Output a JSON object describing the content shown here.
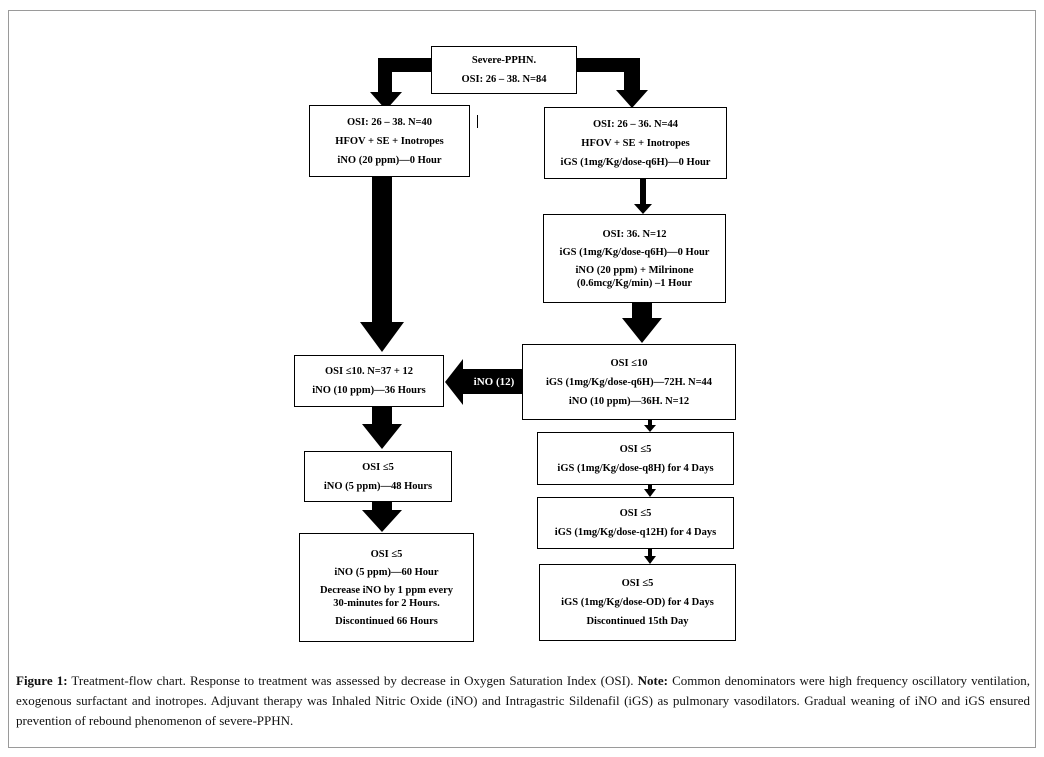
{
  "nodes": {
    "top": [
      "Severe-PPHN.",
      "OSI: 26 – 38. N=84"
    ],
    "left1": [
      "OSI: 26 – 38. N=40",
      "HFOV + SE + Inotropes",
      "iNO (20 ppm)—0 Hour"
    ],
    "right1": [
      "OSI: 26 – 36. N=44",
      "HFOV + SE + Inotropes",
      "iGS (1mg/Kg/dose-q6H)—0 Hour"
    ],
    "right2": [
      "OSI: 36. N=12",
      "iGS (1mg/Kg/dose-q6H)—0 Hour",
      "iNO (20 ppm) + Milrinone",
      "(0.6mcg/Kg/min) –1 Hour"
    ],
    "left2": [
      "OSI ≤10. N=37 + 12",
      "iNO (10 ppm)—36 Hours"
    ],
    "right3": [
      "OSI ≤10",
      "iGS (1mg/Kg/dose-q6H)—72H. N=44",
      "iNO (10 ppm)—36H. N=12"
    ],
    "left3": [
      "OSI ≤5",
      "iNO (5 ppm)—48 Hours"
    ],
    "right4": [
      "OSI ≤5",
      "iGS (1mg/Kg/dose-q8H) for 4 Days"
    ],
    "left4": [
      "OSI ≤5",
      "iNO (5 ppm)—60 Hour",
      "Decrease iNO by 1 ppm every",
      "30-minutes for 2 Hours.",
      "Discontinued 66 Hours"
    ],
    "right5": [
      "OSI ≤5",
      "iGS (1mg/Kg/dose-q12H) for 4 Days"
    ],
    "right6": [
      "OSI ≤5",
      "iGS (1mg/Kg/dose-OD) for 4 Days",
      "Discontinued 15th Day"
    ]
  },
  "arrow_label": "iNO (12)",
  "caption": {
    "figure_label": "Figure 1:",
    "figure_text": " Treatment-flow chart. Response to treatment was assessed by decrease in Oxygen Saturation Index (OSI). ",
    "note_label": "Note:",
    "note_text": " Common denominators were high frequency oscillatory ventilation, exogenous surfactant and inotropes. Adjuvant therapy was Inhaled Nitric Oxide (iNO) and Intragastric Sildenafil (iGS) as pulmonary vasodilators. Gradual weaning of iNO and iGS ensured prevention of rebound phenomenon of severe-PPHN."
  },
  "colors": {
    "arrow": "#000000",
    "border": "#000000",
    "frame": "#9a9a9a"
  }
}
